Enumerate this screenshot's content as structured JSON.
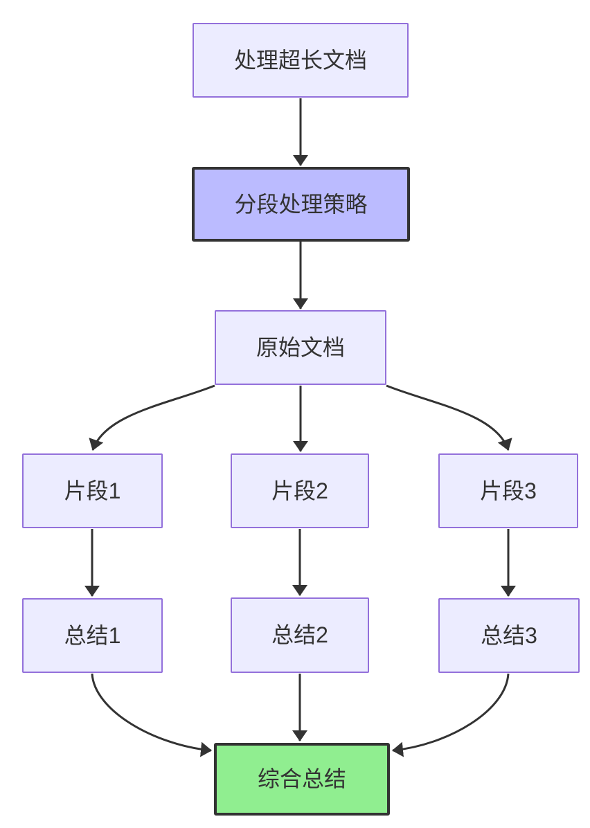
{
  "diagram": {
    "type": "flowchart",
    "direction": "top-down",
    "colors": {
      "background": "#ffffff",
      "node_fill": "#ECECFF",
      "node_border": "#9370DB",
      "highlight_fill": "#BBBBFF",
      "highlight_border": "#333333",
      "success_fill": "#90EE90",
      "success_border": "#333333",
      "edge": "#333333",
      "text": "#333333"
    },
    "nodes": {
      "A": {
        "label": "处理超长文档",
        "style": "light"
      },
      "B": {
        "label": "分段处理策略",
        "style": "highlight"
      },
      "C": {
        "label": "原始文档",
        "style": "light"
      },
      "D1": {
        "label": "片段1",
        "style": "light"
      },
      "D2": {
        "label": "片段2",
        "style": "light"
      },
      "D3": {
        "label": "片段3",
        "style": "light"
      },
      "S1": {
        "label": "总结1",
        "style": "light"
      },
      "S2": {
        "label": "总结2",
        "style": "light"
      },
      "S3": {
        "label": "总结3",
        "style": "light"
      },
      "G": {
        "label": "综合总结",
        "style": "success"
      }
    },
    "edges": [
      {
        "from": "A",
        "to": "B"
      },
      {
        "from": "B",
        "to": "C"
      },
      {
        "from": "C",
        "to": "D1"
      },
      {
        "from": "C",
        "to": "D2"
      },
      {
        "from": "C",
        "to": "D3"
      },
      {
        "from": "D1",
        "to": "S1"
      },
      {
        "from": "D2",
        "to": "S2"
      },
      {
        "from": "D3",
        "to": "S3"
      },
      {
        "from": "S1",
        "to": "G"
      },
      {
        "from": "S2",
        "to": "G"
      },
      {
        "from": "S3",
        "to": "G"
      }
    ]
  }
}
